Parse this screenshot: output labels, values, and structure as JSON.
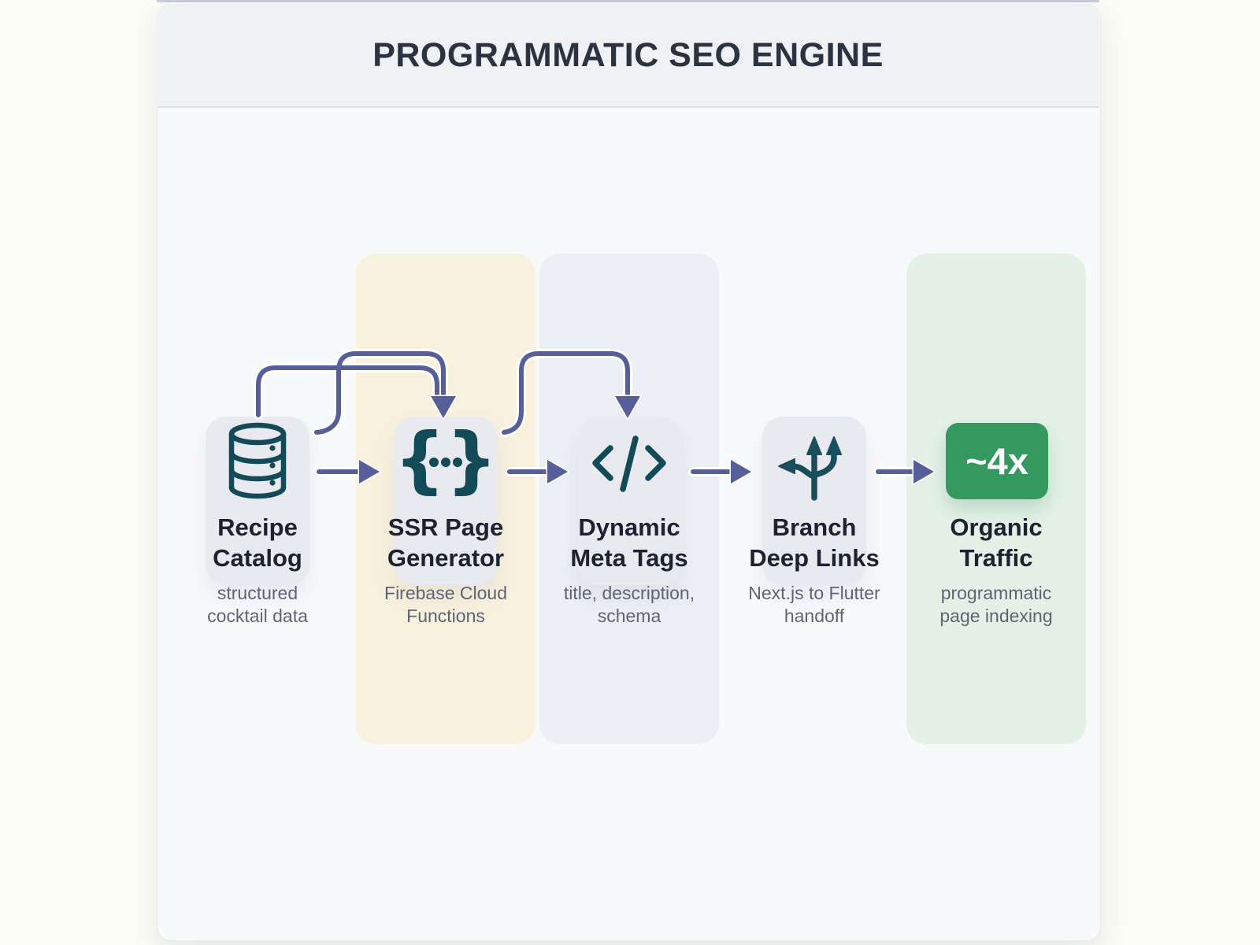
{
  "header": {
    "title": "PROGRAMMATIC SEO ENGINE"
  },
  "stages": [
    {
      "name": "Recipe Catalog",
      "title_lines": [
        "Recipe",
        "Catalog"
      ],
      "subtitle_lines": [
        "structured",
        "cocktail data"
      ],
      "icon": "database-icon"
    },
    {
      "name": "SSR Page Generator",
      "title_lines": [
        "SSR Page",
        "Generator"
      ],
      "subtitle_lines": [
        "Firebase Cloud",
        "Functions"
      ],
      "icon": "code-braces-icon"
    },
    {
      "name": "Dynamic Meta Tags",
      "title_lines": [
        "Dynamic",
        "Meta Tags"
      ],
      "subtitle_lines": [
        "title, description,",
        "schema"
      ],
      "icon": "code-tag-icon"
    },
    {
      "name": "Branch Deep Links",
      "title_lines": [
        "Branch",
        "Deep Links"
      ],
      "subtitle_lines": [
        "Next.js to Flutter",
        "handoff"
      ],
      "icon": "branch-split-icon"
    },
    {
      "name": "Organic Traffic",
      "title_lines": [
        "Organic",
        "Traffic"
      ],
      "subtitle_lines": [
        "programmatic",
        "page indexing"
      ],
      "badge": "~4x"
    }
  ],
  "colors": {
    "accent_arrow": "#565f99",
    "icon_teal": "#134a57",
    "badge_green": "#33995e",
    "band_cream": "#f8f1de",
    "band_lavender": "#edeff6",
    "band_green": "#e3f1e7"
  }
}
